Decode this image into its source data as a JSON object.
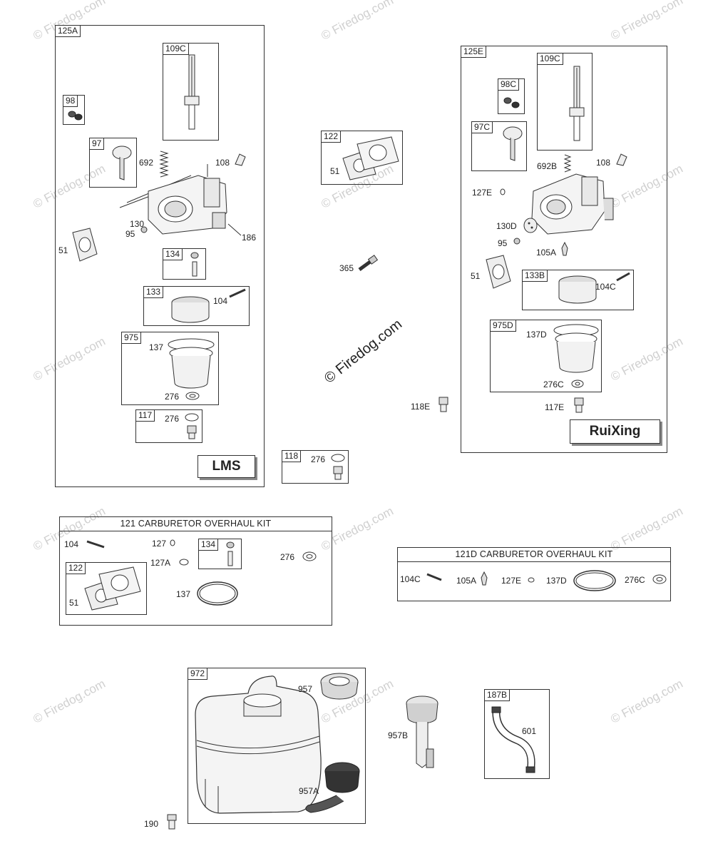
{
  "watermark": {
    "text": "© Firedog.com"
  },
  "center_watermark": {
    "text": "© Firedog.com"
  },
  "groups": {
    "g125A": {
      "tag": "125A",
      "brand": "LMS"
    },
    "g125E": {
      "tag": "125E",
      "brand": "RuiXing"
    }
  },
  "tags": {
    "t109C_a": "109C",
    "t98": "98",
    "t97": "97",
    "t134": "134",
    "t133": "133",
    "t975": "975",
    "t117": "117",
    "t122": "122",
    "t118": "118",
    "t98C": "98C",
    "t109C_b": "109C",
    "t97C": "97C",
    "t133B": "133B",
    "t975D": "975D",
    "t122kit": "122",
    "t134kit": "134",
    "t972": "972",
    "t187B": "187B"
  },
  "labels": {
    "l692": "692",
    "l108a": "108",
    "l130": "130",
    "l95a": "95",
    "l186": "186",
    "l51a": "51",
    "l104a": "104",
    "l137a": "137",
    "l276a": "276",
    "l276b": "276",
    "l51b": "51",
    "l365": "365",
    "l276c": "276",
    "l692B": "692B",
    "l108b": "108",
    "l127E": "127E",
    "l130D": "130D",
    "l95b": "95",
    "l105A": "105A",
    "l51c": "51",
    "l104C": "104C",
    "l137D": "137D",
    "l276C": "276C",
    "l117E": "117E",
    "l118E": "118E",
    "k_104": "104",
    "k_127": "127",
    "k_127A": "127A",
    "k_276": "276",
    "k_51": "51",
    "k_137": "137",
    "d_104C": "104C",
    "d_105A": "105A",
    "d_127E": "127E",
    "d_137D": "137D",
    "d_276C": "276C",
    "l957": "957",
    "l957A": "957A",
    "l957B": "957B",
    "l190": "190",
    "l601": "601"
  },
  "kits": {
    "k121": {
      "title": "121 CARBURETOR OVERHAUL KIT"
    },
    "k121D": {
      "title": "121D CARBURETOR OVERHAUL KIT"
    }
  }
}
